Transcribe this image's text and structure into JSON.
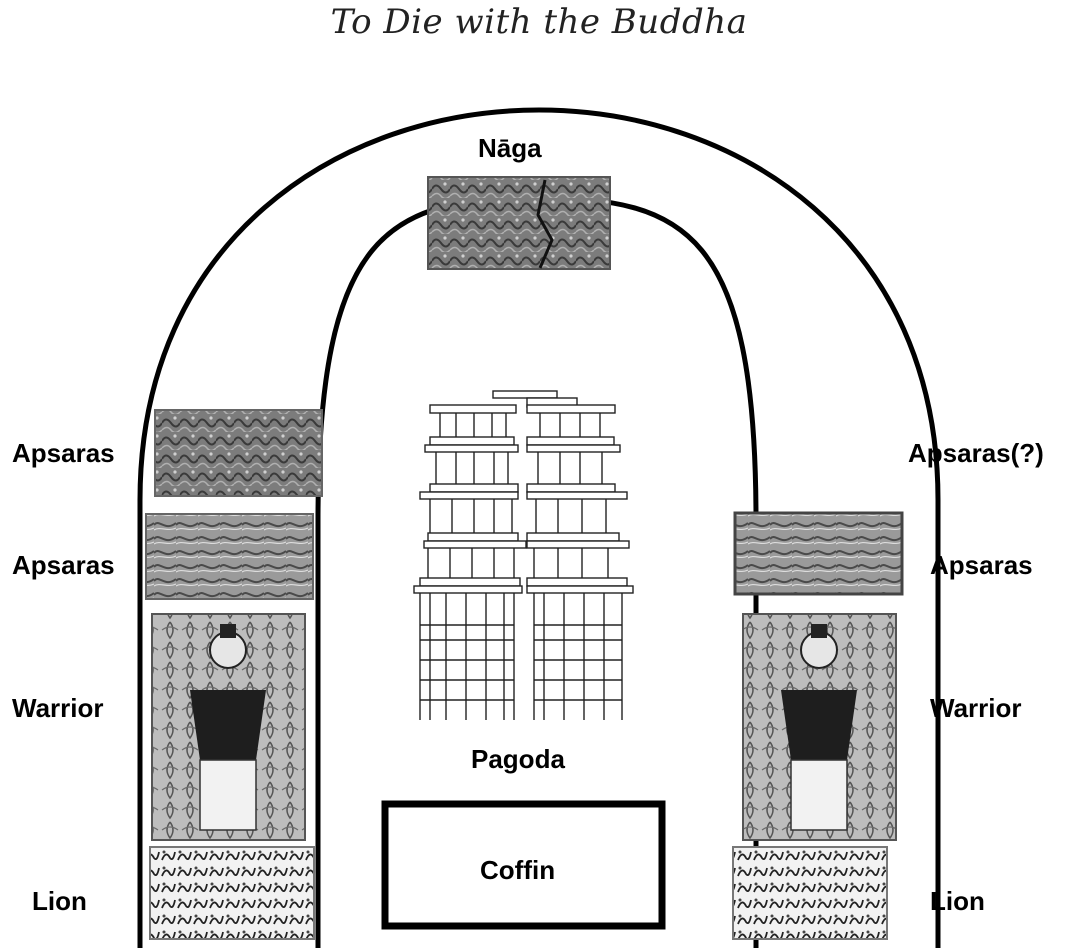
{
  "title": "To Die with the Buddha",
  "labels": {
    "naga": "Nāga",
    "apsaras_left_upper": "Apsaras",
    "apsaras_left_lower": "Apsaras",
    "apsaras_right_upper": "Apsaras(?)",
    "apsaras_right_lower": "Apsaras",
    "warrior_left": "Warrior",
    "warrior_right": "Warrior",
    "lion_left": "Lion",
    "lion_right": "Lion",
    "pagoda": "Pagoda",
    "coffin": "Coffin"
  },
  "colors": {
    "stroke": "#000000",
    "relief_dark": "#4a4a4a",
    "relief_mid": "#8a8a8a",
    "relief_light": "#c8c8c8"
  }
}
